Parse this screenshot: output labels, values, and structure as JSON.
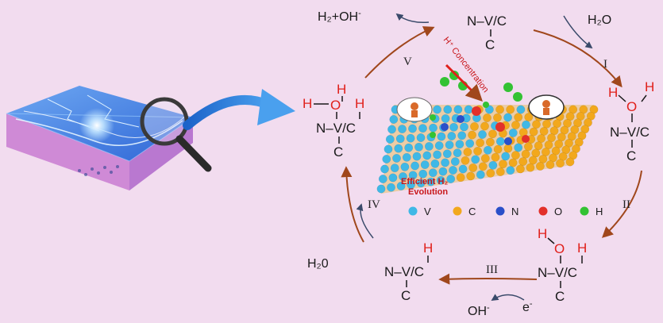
{
  "cycle": {
    "steps": [
      {
        "roman": "I"
      },
      {
        "roman": "II"
      },
      {
        "roman": "III"
      },
      {
        "roman": "IV"
      },
      {
        "roman": "V"
      }
    ],
    "species": {
      "s0": {
        "main": "N–V/C",
        "below": "C"
      },
      "s1": {
        "o_h": "H",
        "o": "O",
        "h_right": "H",
        "main": "N–V/C",
        "below": "C"
      },
      "s2": {
        "o_h": "H",
        "o": "O",
        "h_right": "H",
        "main": "N–V/C",
        "below": "C"
      },
      "s3": {
        "h_top": "H",
        "main": "N–V/C",
        "below": "C"
      },
      "s4": {
        "o_h": "H",
        "o": "O",
        "h_right": "H",
        "main": "N–V/C",
        "below": "C"
      }
    },
    "reagents": {
      "water_in_1": "H₂O",
      "products_5_main": "H₂+OH",
      "products_5_sup": "-",
      "water_in_4": "H₂0",
      "hydroxide_main": "OH",
      "hydroxide_sup": "-",
      "electron_main": "e",
      "electron_sup": "-"
    }
  },
  "center": {
    "concentration_label": "H⁺ Concentration",
    "evolution_line1": "Efficient H₂",
    "evolution_line2": "Evolution",
    "legend": [
      {
        "label": "V",
        "color": "#3fb8e6"
      },
      {
        "label": "C",
        "color": "#f2a81d"
      },
      {
        "label": "N",
        "color": "#2a4fc9"
      },
      {
        "label": "O",
        "color": "#e2302a"
      },
      {
        "label": "H",
        "color": "#33c233"
      }
    ]
  },
  "colors": {
    "background": "#f2dcef",
    "cycle_arrow": "#a0471c",
    "blue_arrow": "#2b7fd6",
    "hydrogen_red": "#e0201b"
  }
}
